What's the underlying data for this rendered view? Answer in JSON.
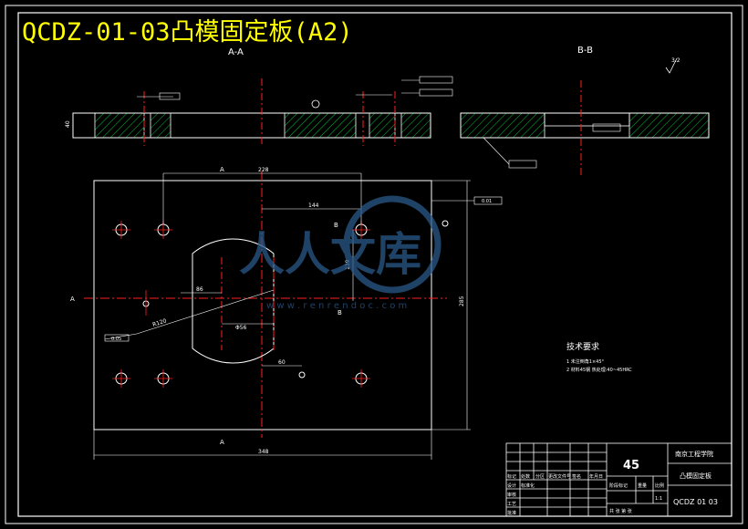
{
  "title": "QCDZ-01-03凸模固定板(A2)",
  "colors": {
    "background": "#000000",
    "line": "#ffffff",
    "center": "#ff2020",
    "hatch": "#00c040",
    "title": "#ffff00",
    "dim": "#ffffff",
    "watermark": "#2a5a8a"
  },
  "views": {
    "section_aa_label": "A-A",
    "section_bb_label": "B-B",
    "cut_marker": "A",
    "cut_marker_b": "B"
  },
  "dimensions": {
    "overall_width": "348",
    "overall_height": "285",
    "hole_span_x": "228",
    "hole_span_inner": "144",
    "hole_offset_y": "139",
    "circle_dia": "Φ56",
    "radius": "R120",
    "offset_86": "86",
    "small_dim": "60",
    "thickness": "40",
    "tol_a": "0.05",
    "tol_b": "0.01",
    "roughness": "3.2"
  },
  "notes": {
    "heading": "技术要求",
    "line1": "1   未注倒角1×45°",
    "line2": "2   材料45钢  热处理:40~45HRC"
  },
  "title_block": {
    "quantity": "45",
    "school": "南京工程学院",
    "part_name": "凸模固定板",
    "drawing_no": "QCDZ 01 03",
    "row_labels": [
      "标记",
      "处数",
      "分区",
      "更改文件号",
      "签名",
      "年月日"
    ],
    "design": "设计",
    "standard": "标准化",
    "check": "审核",
    "process": "工艺",
    "approve": "批准",
    "stage": "阶段标记",
    "weight": "重量",
    "scale": "比例",
    "sheets": "共 张 第 张",
    "scale_val": "1:1"
  },
  "watermark": {
    "text": "人人文库",
    "url": "w w w . r e n r e n d o c . c o m"
  }
}
